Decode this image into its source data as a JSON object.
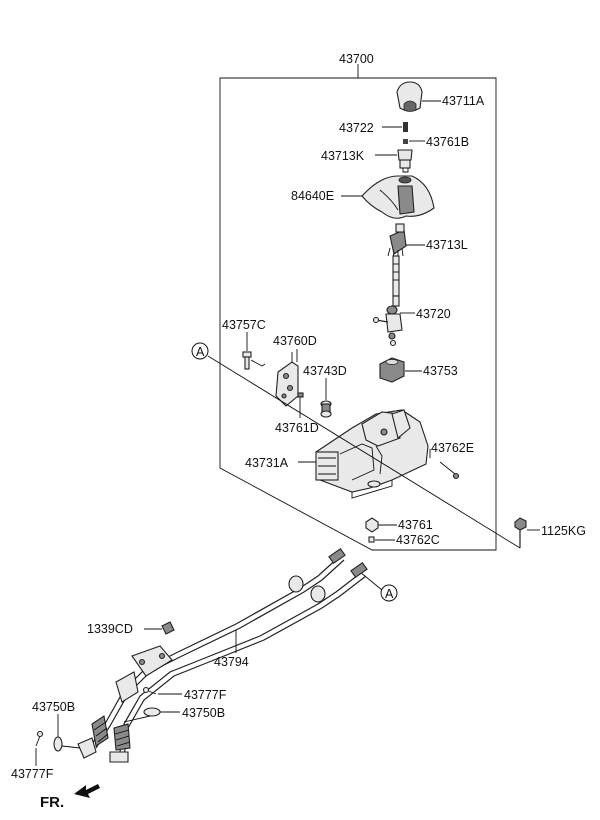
{
  "labels": {
    "assembly": "43700",
    "knob": "43711A",
    "p43722": "43722",
    "p43761B": "43761B",
    "p43713K": "43713K",
    "boot": "84640E",
    "p43713L": "43713L",
    "lever": "43720",
    "p43757C": "43757C",
    "p43760D": "43760D",
    "p43743D": "43743D",
    "p43753": "43753",
    "p43761D": "43761D",
    "p43762E": "43762E",
    "housing": "43731A",
    "p43761": "43761",
    "p43762C": "43762C",
    "p1125KG": "1125KG",
    "p1339CD": "1339CD",
    "cable": "43794",
    "p43777F_right": "43777F",
    "p43750B_left": "43750B",
    "p43750B_right": "43750B",
    "p43777F_left": "43777F",
    "ref_a": "A",
    "front": "FR."
  }
}
